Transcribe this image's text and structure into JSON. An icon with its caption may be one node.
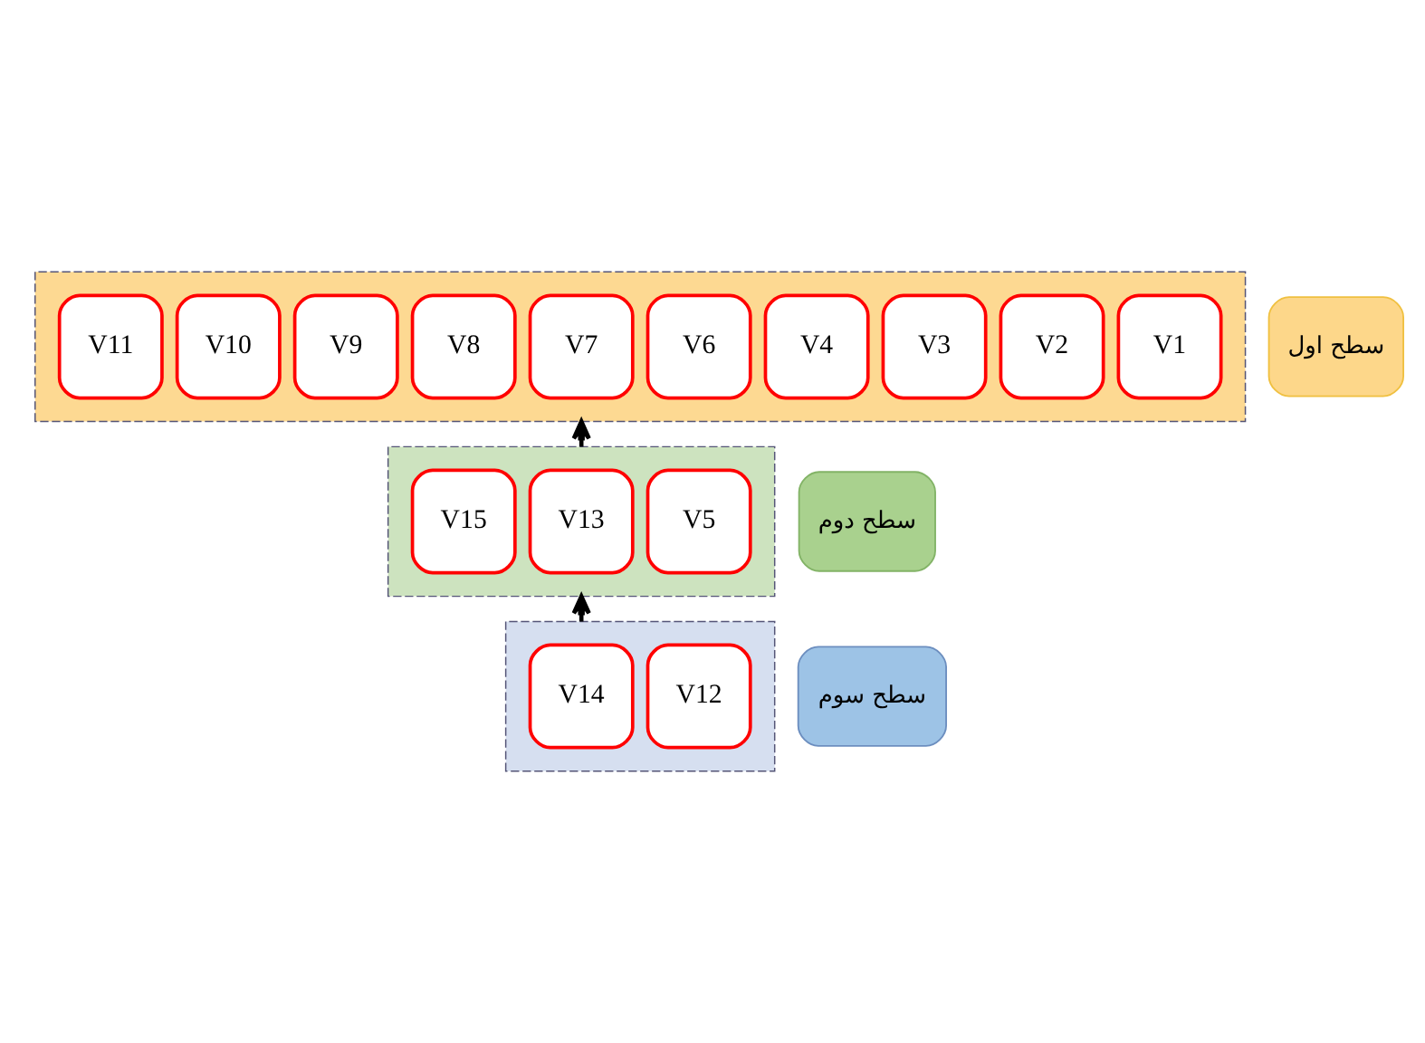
{
  "diagram": {
    "nodes": [
      {
        "text": [],
        "shape": "box"
      },
      {
        "text": [
          "V1"
        ],
        "in": 0
      },
      {
        "text": [
          "V2"
        ],
        "in": 0
      },
      {
        "text": [
          "V3"
        ],
        "in": 0
      },
      {
        "text": [
          "V4"
        ],
        "in": 0
      },
      {
        "text": [
          "V6"
        ],
        "in": 0
      },
      {
        "text": [
          "V7"
        ],
        "in": 0
      },
      {
        "text": [
          "V8"
        ],
        "in": 0
      },
      {
        "text": [
          "V9"
        ],
        "in": 0
      },
      {
        "text": [
          "V10"
        ],
        "in": 0
      },
      {
        "text": [
          "V11"
        ],
        "in": 0
      },
      {
        "text": [
          "سطح اول"
        ]
      },
      {
        "text": [],
        "shape": "box"
      },
      {
        "text": [
          "V5"
        ],
        "in": 12
      },
      {
        "text": [
          "V13"
        ],
        "in": 12
      },
      {
        "text": [
          "V15"
        ],
        "in": 12
      },
      {
        "text": [
          "سطح دوم"
        ]
      },
      {
        "text": [],
        "shape": "box"
      },
      {
        "text": [
          "V12"
        ],
        "in": 17
      },
      {
        "text": [
          "V14"
        ],
        "in": 17
      },
      {
        "text": [
          "سطح سوم"
        ]
      }
    ],
    "edges": [
      {
        "from": 17,
        "to": 12,
        "arrow": "to"
      },
      {
        "from": 12,
        "to": 0,
        "arrow": "to"
      }
    ]
  }
}
